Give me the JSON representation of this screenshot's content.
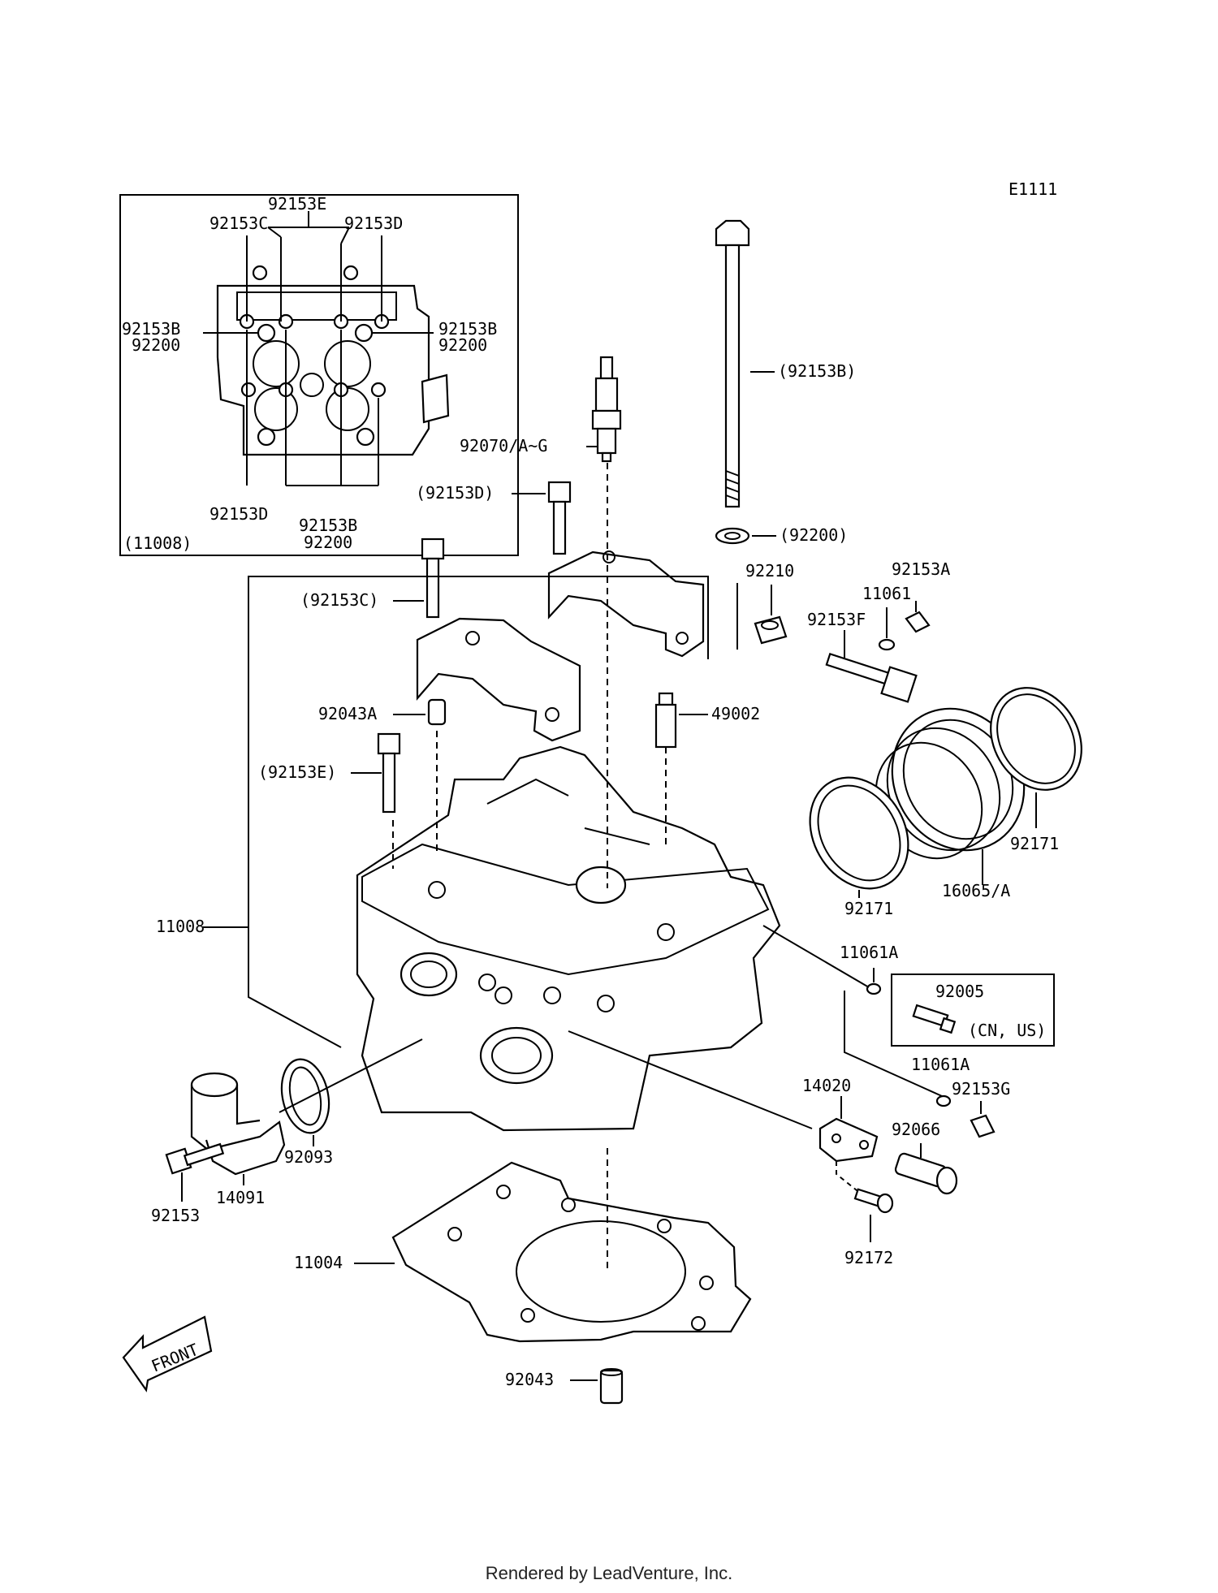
{
  "diagram_code": "E1111",
  "inset": {
    "group_label": "(11008)",
    "labels": {
      "top_e": "92153E",
      "top_c": "92153C",
      "top_d": "92153D",
      "left_b": "92153B",
      "left_200": "92200",
      "right_b": "92153B",
      "right_200": "92200",
      "bottom_d": "92153D",
      "bottom_b": "92153B",
      "bottom_200": "92200"
    }
  },
  "callouts": {
    "bolt_long": "(92153B)",
    "spark_plug": "92070/A~G",
    "bolt_d": "(92153D)",
    "washer_200": "(92200)",
    "nut_92210": "92210",
    "bolt_92153a": "92153A",
    "washer_11061": "11061",
    "bolt_92153f": "92153F",
    "bolt_c": "(92153C)",
    "dowel_a": "92043A",
    "plug_49002": "49002",
    "bolt_e": "(92153E)",
    "clamp_right": "92171",
    "intake_16065": "16065/A",
    "clamp_left": "92171",
    "head_11008": "11008",
    "washer_11061a_top": "11061A",
    "sensor_92005": "92005",
    "sensor_region": "(CN, US)",
    "washer_11061a_bot": "11061A",
    "bolt_92153g": "92153G",
    "cover_14020": "14020",
    "plug_92066": "92066",
    "oring_92093": "92093",
    "bolt_92153": "92153",
    "fitting_14091": "14091",
    "gasket_11004": "11004",
    "screw_92172": "92172",
    "dowel_92043": "92043",
    "front": "FRONT"
  },
  "footer": "Rendered by LeadVenture, Inc."
}
